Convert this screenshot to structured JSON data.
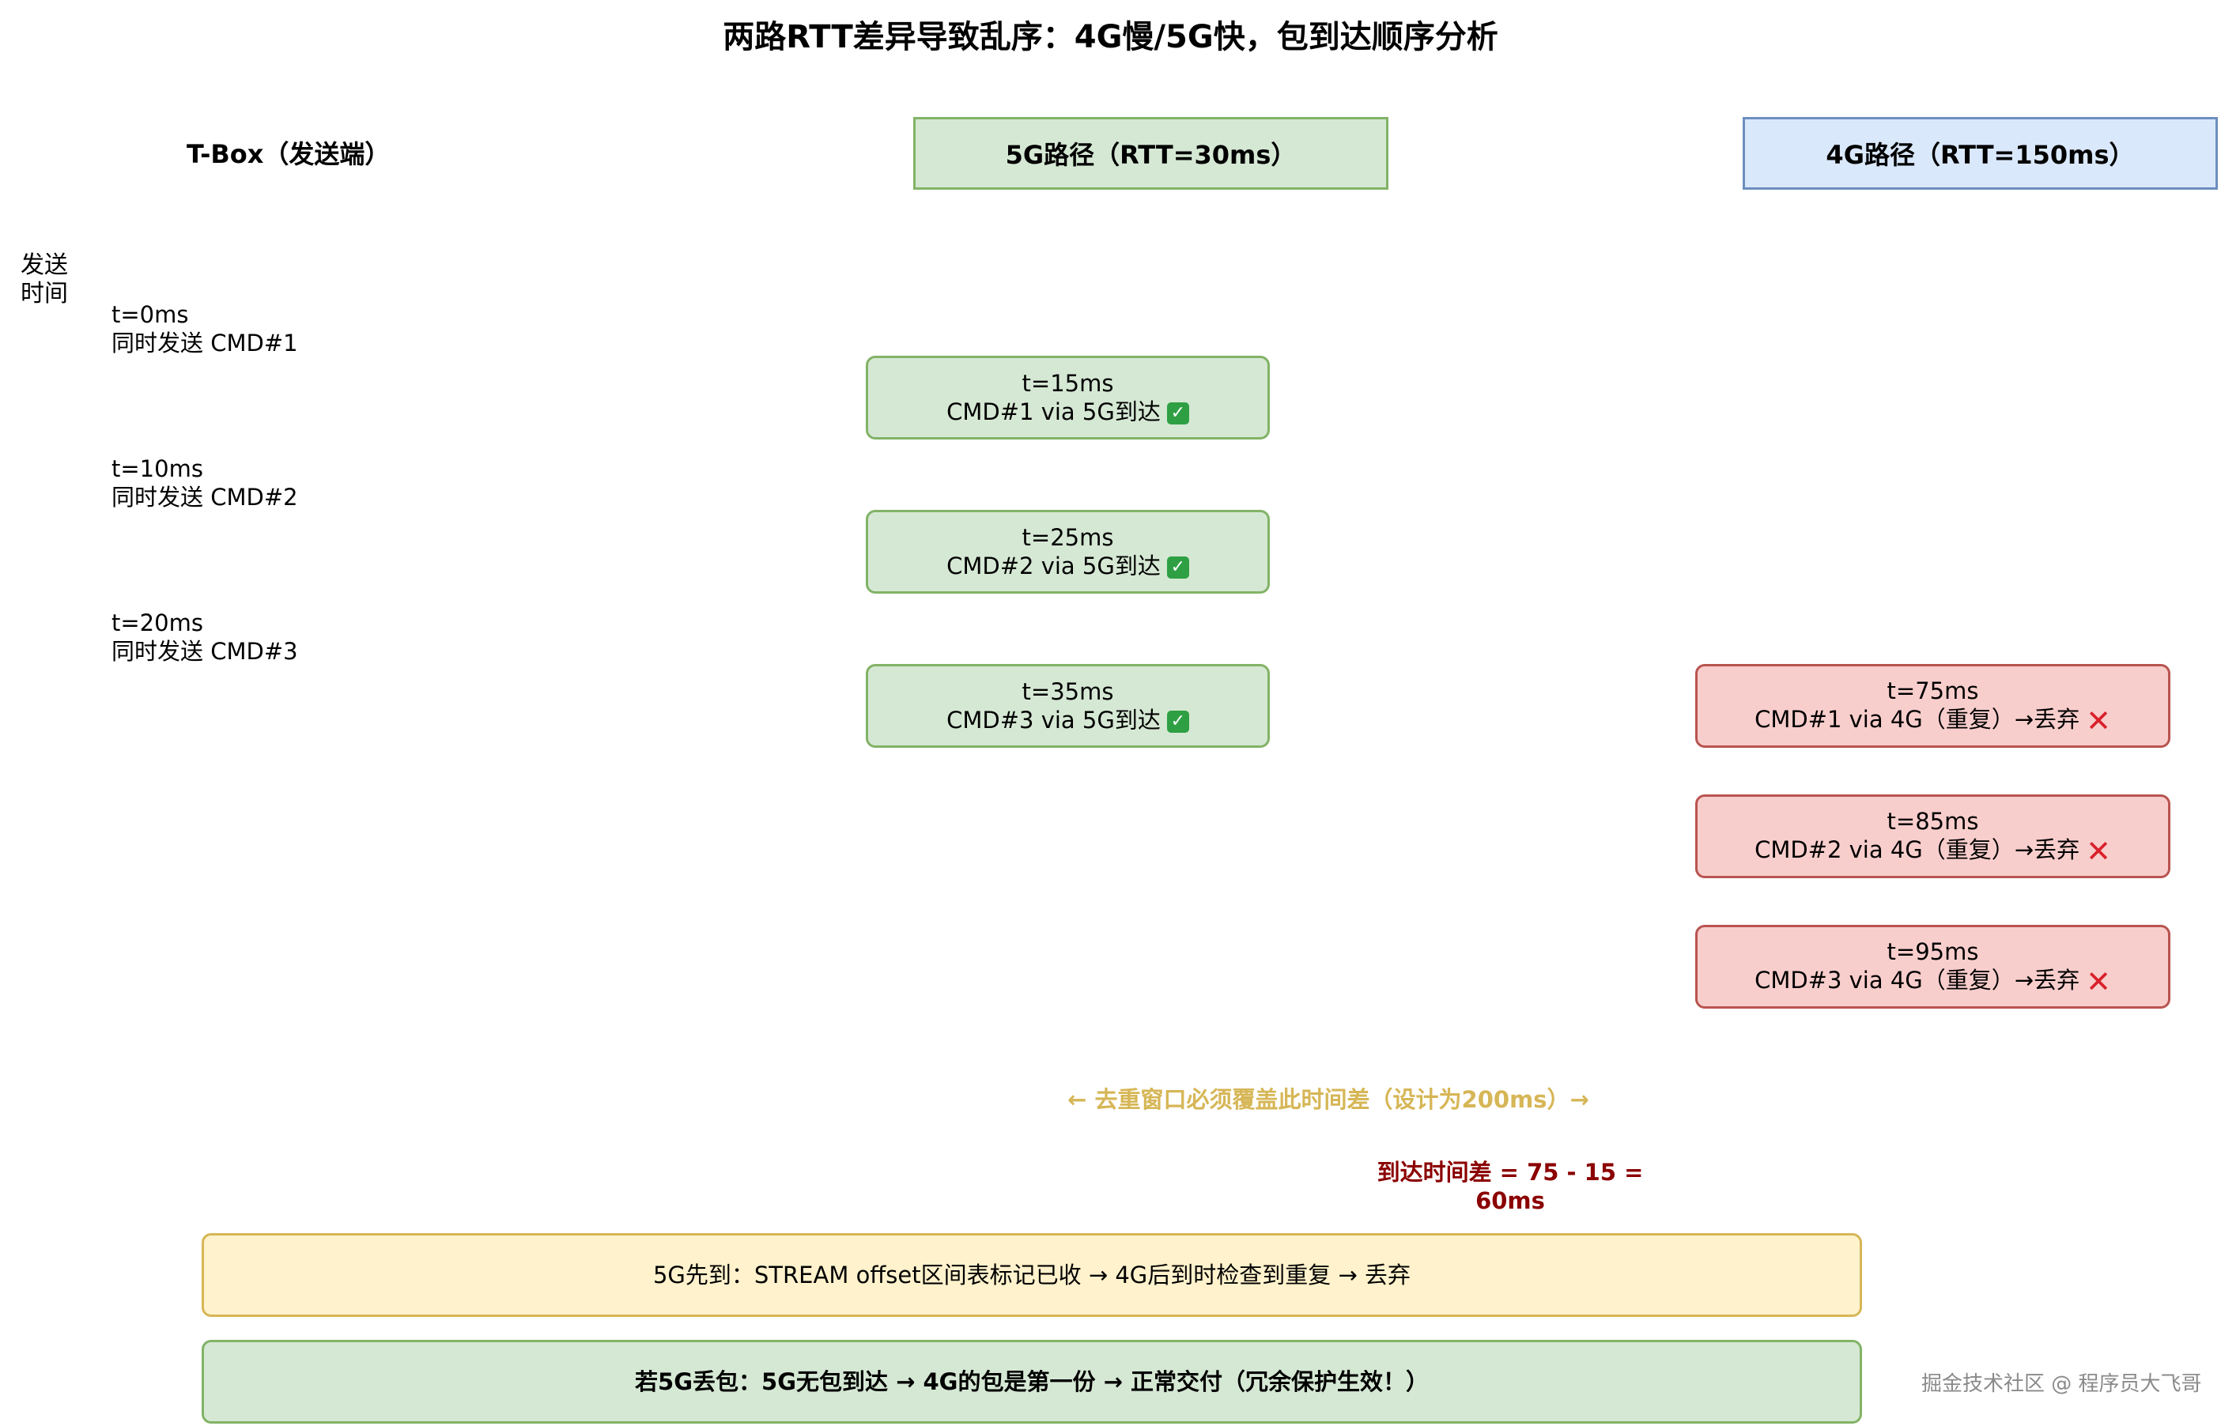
{
  "title": "两路RTT差异导致乱序：4G慢/5G快，包到达顺序分析",
  "headers": {
    "tbox": "T-Box（发送端）",
    "path5g": "5G路径（RTT=30ms）",
    "path4g": "4G路径（RTT=150ms）"
  },
  "axis": {
    "line1": "发送",
    "line2": "时间"
  },
  "sends": [
    {
      "time": "t=0ms",
      "label": "同时发送 CMD#1"
    },
    {
      "time": "t=10ms",
      "label": "同时发送 CMD#2"
    },
    {
      "time": "t=20ms",
      "label": "同时发送 CMD#3"
    }
  ],
  "arrivals_5g": [
    {
      "time": "t=15ms",
      "label": "CMD#1 via 5G到达"
    },
    {
      "time": "t=25ms",
      "label": "CMD#2 via 5G到达"
    },
    {
      "time": "t=35ms",
      "label": "CMD#3 via 5G到达"
    }
  ],
  "arrivals_4g": [
    {
      "time": "t=75ms",
      "label": "CMD#1 via 4G（重复）→丢弃"
    },
    {
      "time": "t=85ms",
      "label": "CMD#2 via 4G（重复）→丢弃"
    },
    {
      "time": "t=95ms",
      "label": "CMD#3 via 4G（重复）→丢弃"
    }
  ],
  "icons": {
    "ok": "✓",
    "discard": "✕",
    "ok_name": "check-mark-icon",
    "discard_name": "cross-mark-icon"
  },
  "notes": {
    "window": "← 去重窗口必须覆盖此时间差（设计为200ms）→",
    "diff": "到达时间差 = 75 - 15 = 60ms"
  },
  "summary": {
    "dedup": "5G先到：STREAM offset区间表标记已收 → 4G后到时检查到重复 → 丢弃",
    "loss": "若5G丢包：5G无包到达 → 4G的包是第一份 → 正常交付（冗余保护生效！）"
  },
  "watermark": "掘金技术社区 @ 程序员大飞哥",
  "colors": {
    "green_fill": "#d5e8d4",
    "green_stroke": "#82b366",
    "blue_fill": "#dae8fc",
    "blue_stroke": "#6c8ebf",
    "red_fill": "#f8cecc",
    "red_stroke": "#b85450",
    "yellow_fill": "#fff2cc",
    "yellow_stroke": "#d6b656",
    "note_gold": "#d6b656",
    "note_darkred": "#8b0000"
  }
}
